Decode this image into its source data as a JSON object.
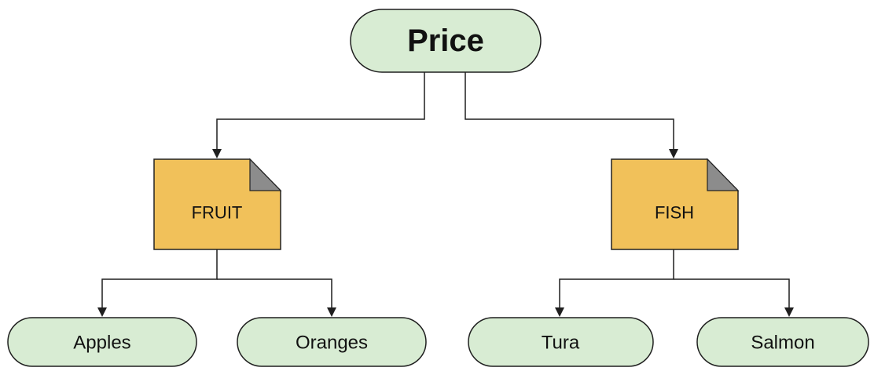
{
  "diagram": {
    "root": {
      "label": "Price"
    },
    "categories": [
      {
        "label": "FRUIT",
        "items": [
          {
            "label": "Apples"
          },
          {
            "label": "Oranges"
          }
        ]
      },
      {
        "label": "FISH",
        "items": [
          {
            "label": "Tura"
          },
          {
            "label": "Salmon"
          }
        ]
      }
    ]
  },
  "colors": {
    "leaf_fill": "#d8ecd3",
    "folder_fill": "#f1c15a",
    "fold_fill": "#8c8c8c",
    "stroke": "#1f1f1f"
  }
}
